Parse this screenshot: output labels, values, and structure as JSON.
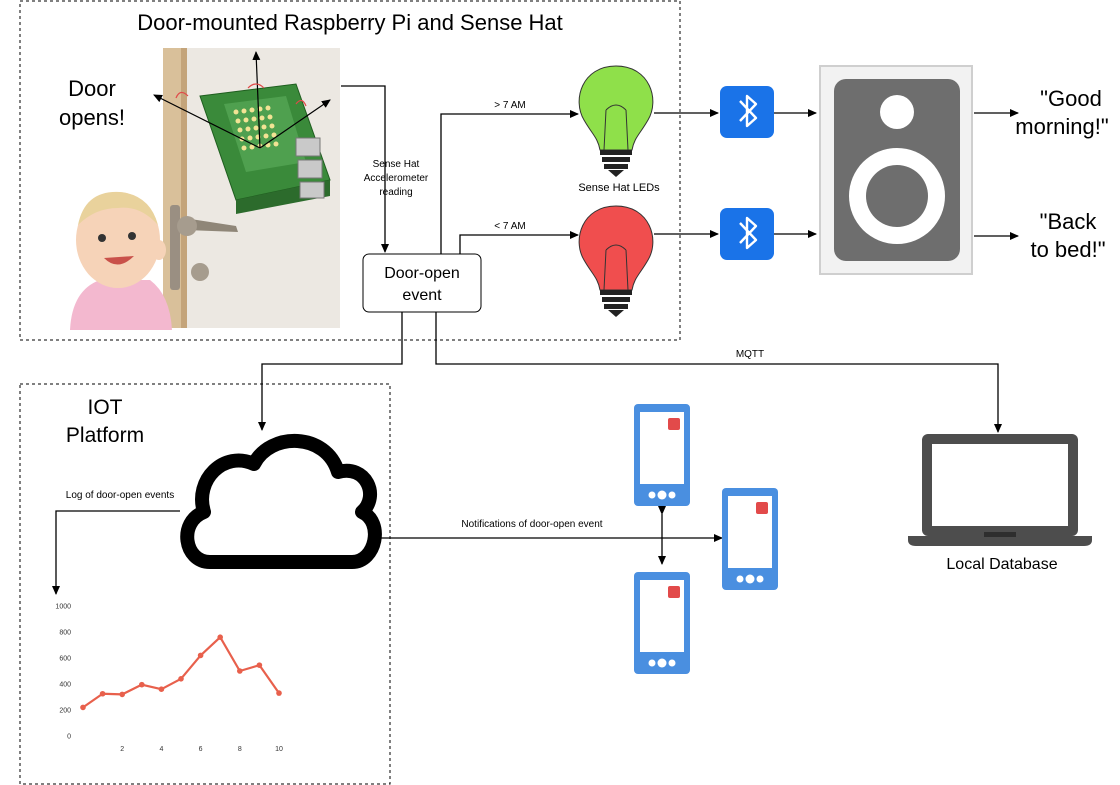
{
  "groups": {
    "pi": {
      "title": "Door-mounted Raspberry Pi and Sense Hat"
    },
    "iot": {
      "title_line1": "IOT",
      "title_line2": "Platform"
    }
  },
  "labels": {
    "door_opens_line1": "Door",
    "door_opens_line2": "opens!",
    "sensor_line1": "Sense Hat",
    "sensor_line2": "Accelerometer",
    "sensor_line3": "reading",
    "event_line1": "Door-open",
    "event_line2": "event",
    "after7": "> 7 AM",
    "before7": "< 7 AM",
    "leds": "Sense Hat LEDs",
    "good_morning_line1": "\"Good",
    "good_morning_line2": "morning!\"",
    "back_to_bed_line1": "\"Back",
    "back_to_bed_line2": "to bed!\"",
    "mqtt": "MQTT",
    "local_db": "Local Database",
    "log": "Log of door-open events",
    "notifications": "Notifications of door-open event"
  },
  "colors": {
    "bulb_green": "#8fe04a",
    "bulb_red": "#f04e4e",
    "bluetooth": "#1a73e8",
    "speaker": "#6e6e6e",
    "phone": "#4a8fe0",
    "chart_line": "#e8604c"
  },
  "icons": [
    "door-photo",
    "child-photo",
    "raspberry-pi-icon",
    "bulb-icon",
    "bluetooth-icon",
    "speaker-icon",
    "cloud-icon",
    "phone-icon",
    "laptop-icon"
  ],
  "chart_data": {
    "type": "line",
    "x": [
      0,
      1,
      2,
      3,
      4,
      5,
      6,
      7,
      8,
      9,
      10
    ],
    "values": [
      220,
      325,
      320,
      395,
      360,
      440,
      620,
      760,
      500,
      545,
      330
    ],
    "xticks": [
      2,
      4,
      6,
      8,
      10
    ],
    "yticks": [
      0,
      200,
      400,
      600,
      800,
      1000
    ],
    "xlim": [
      0,
      10
    ],
    "ylim": [
      0,
      1000
    ],
    "title": "",
    "xlabel": "",
    "ylabel": ""
  }
}
